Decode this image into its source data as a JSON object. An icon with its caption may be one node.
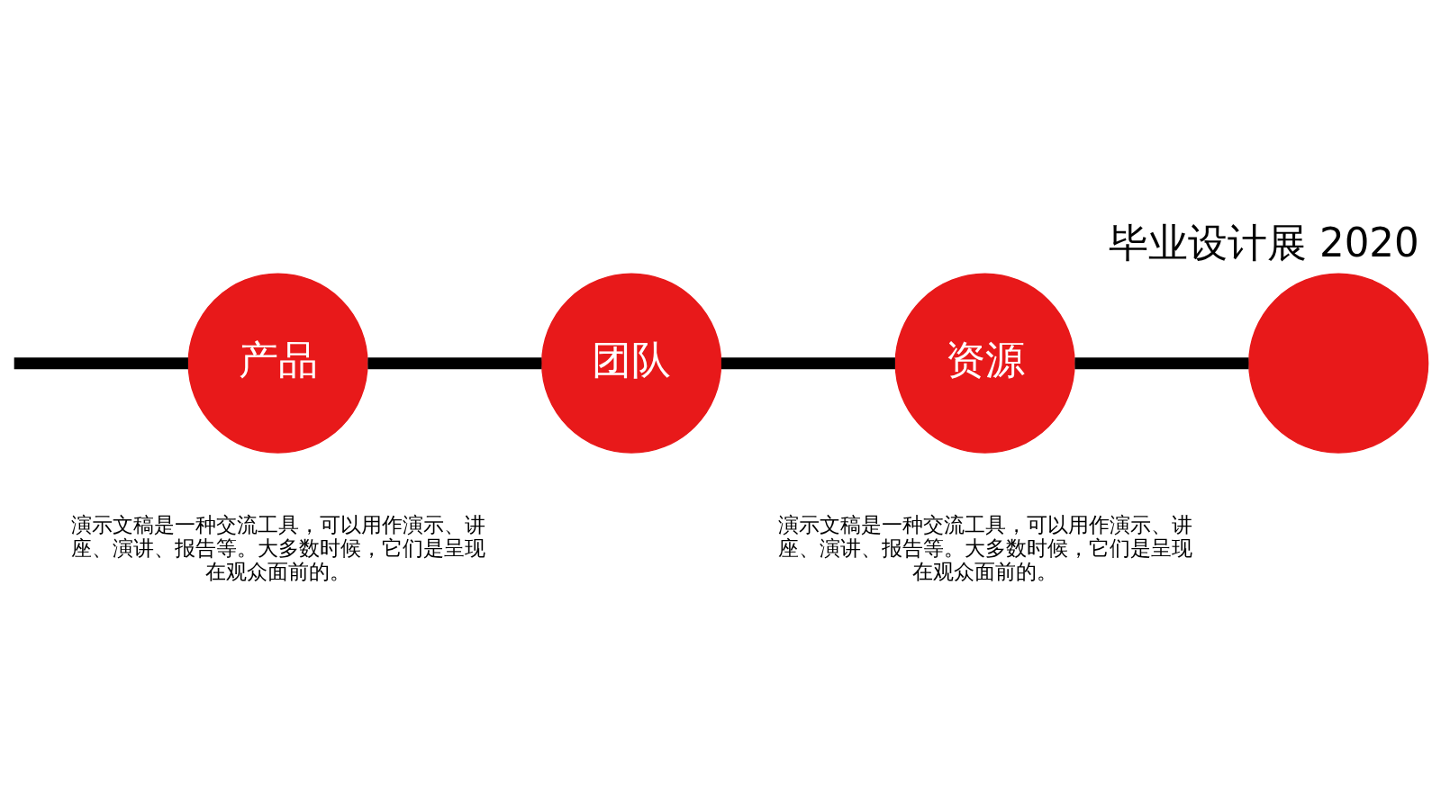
{
  "diagram": {
    "title": "毕业设计展 2020",
    "nodes": [
      {
        "text": [
          "产品"
        ]
      },
      {
        "text": [
          "团队"
        ]
      },
      {
        "text": [
          "资源"
        ]
      },
      {
        "text": [],
        "shape": "circle"
      }
    ],
    "edges": [
      {
        "from": null,
        "to": 0,
        "arrow": "none"
      },
      {
        "from": 0,
        "to": 1,
        "arrow": "none"
      },
      {
        "from": 1,
        "to": 2,
        "arrow": "none"
      },
      {
        "from": 2,
        "to": 3,
        "arrow": "none"
      }
    ],
    "labels": [
      "演示文稿是一种交流工具，可以用作演示、讲座、演讲、报告等。大多数时候，它们是呈现在观众面前的。",
      "演示文稿是一种交流工具，可以用作演示、讲座、演讲、报告等。大多数时候，它们是呈现在观众面前的。"
    ]
  }
}
